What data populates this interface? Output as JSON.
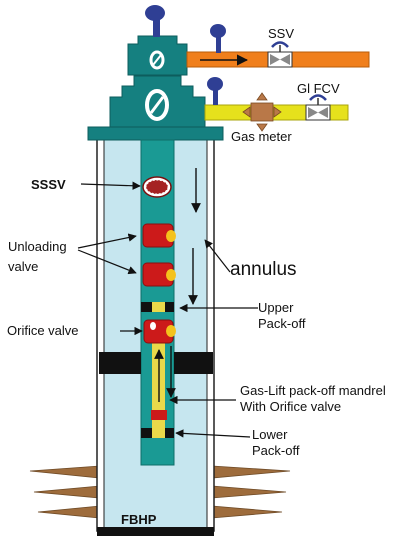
{
  "labels": {
    "ssv": "SSV",
    "gl_fcv": "Gl FCV",
    "gas_meter": "Gas meter",
    "sssv": "SSSV",
    "unloading_valve": "Unloading\nvalve",
    "annulus": "annulus",
    "upper_packoff": "Upper\nPack-off",
    "orifice_valve": "Orifice valve",
    "mandrel": "Gas-Lift pack-off mandrel\nWith Orifice valve",
    "lower_packoff": "Lower\nPack-off",
    "fbhp": "FBHP"
  },
  "colors": {
    "teal": "#158080",
    "tube": "#1a9a94",
    "annulus_fill": "#c6e6ef",
    "casing": "#ffffff",
    "orange_line": "#f07f1c",
    "yellow_line": "#e6e11c",
    "valve_handle": "#2f3f94",
    "red_valve": "#cc1a1a",
    "packer": "#111111",
    "formation": "#9e6c3c",
    "gas_meter": "#b97848"
  }
}
